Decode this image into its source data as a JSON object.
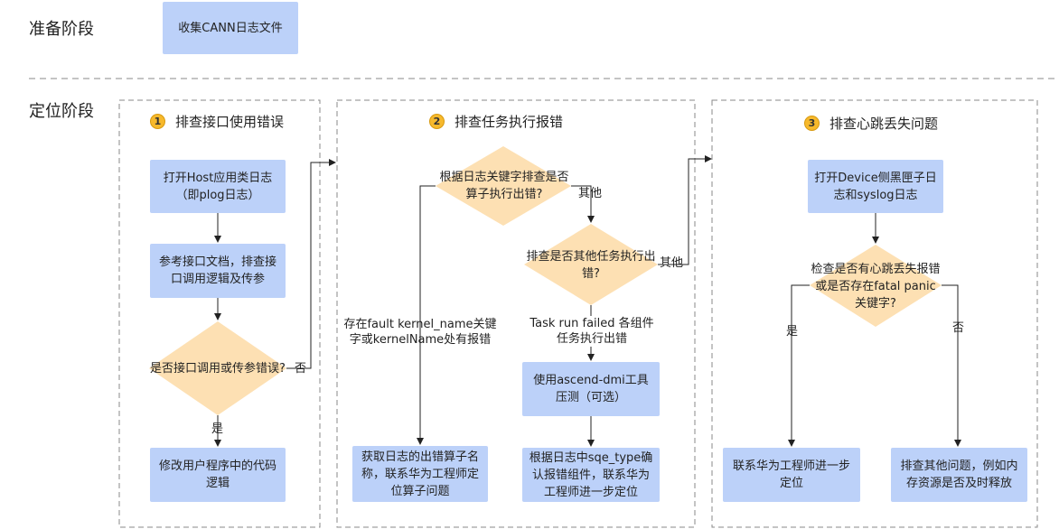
{
  "stages": {
    "prepare": "准备阶段",
    "locate": "定位阶段"
  },
  "prepare_box": "收集CANN日志文件",
  "phase1": {
    "num": "1",
    "title": "排查接口使用错误",
    "step1": "打开Host应用类日志（即plog日志）",
    "step2": "参考接口文档，排查接口调用逻辑及传参",
    "decision": "是否接口调用或传参错误?",
    "yes": "是",
    "no": "否",
    "fix": "修改用户程序中的代码逻辑"
  },
  "phase2": {
    "num": "2",
    "title": "排查任务执行报错",
    "decision1": "根据日志关键字排查是否算子执行出错?",
    "label_other1": "其他",
    "decision2": "排查是否其他任务执行出错?",
    "label_other2": "其他",
    "label_fault": "存在fault kernel_name关键字或kernelName处有报错",
    "label_taskrun": "Task run failed 各组件任务执行出错",
    "stress": "使用ascend-dmi工具压测（可选）",
    "get_name": "获取日志的出错算子名称，联系华为工程师定位算子问题",
    "sqe": "根据日志中sqe_type确认报错组件，联系华为工程师进一步定位"
  },
  "phase3": {
    "num": "3",
    "title": "排查心跳丢失问题",
    "step1": "打开Device侧黑匣子日志和syslog日志",
    "decision": "检查是否有心跳丢失报错或是否存在fatal panic关键字?",
    "yes": "是",
    "no": "否",
    "contact": "联系华为工程师进一步定位",
    "other": "排查其他问题，例如内存资源是否及时释放"
  },
  "colors": {
    "process": "#bcd1f9",
    "decision": "#fde0b3",
    "badge": "#f7b92c",
    "dash": "#888888"
  }
}
